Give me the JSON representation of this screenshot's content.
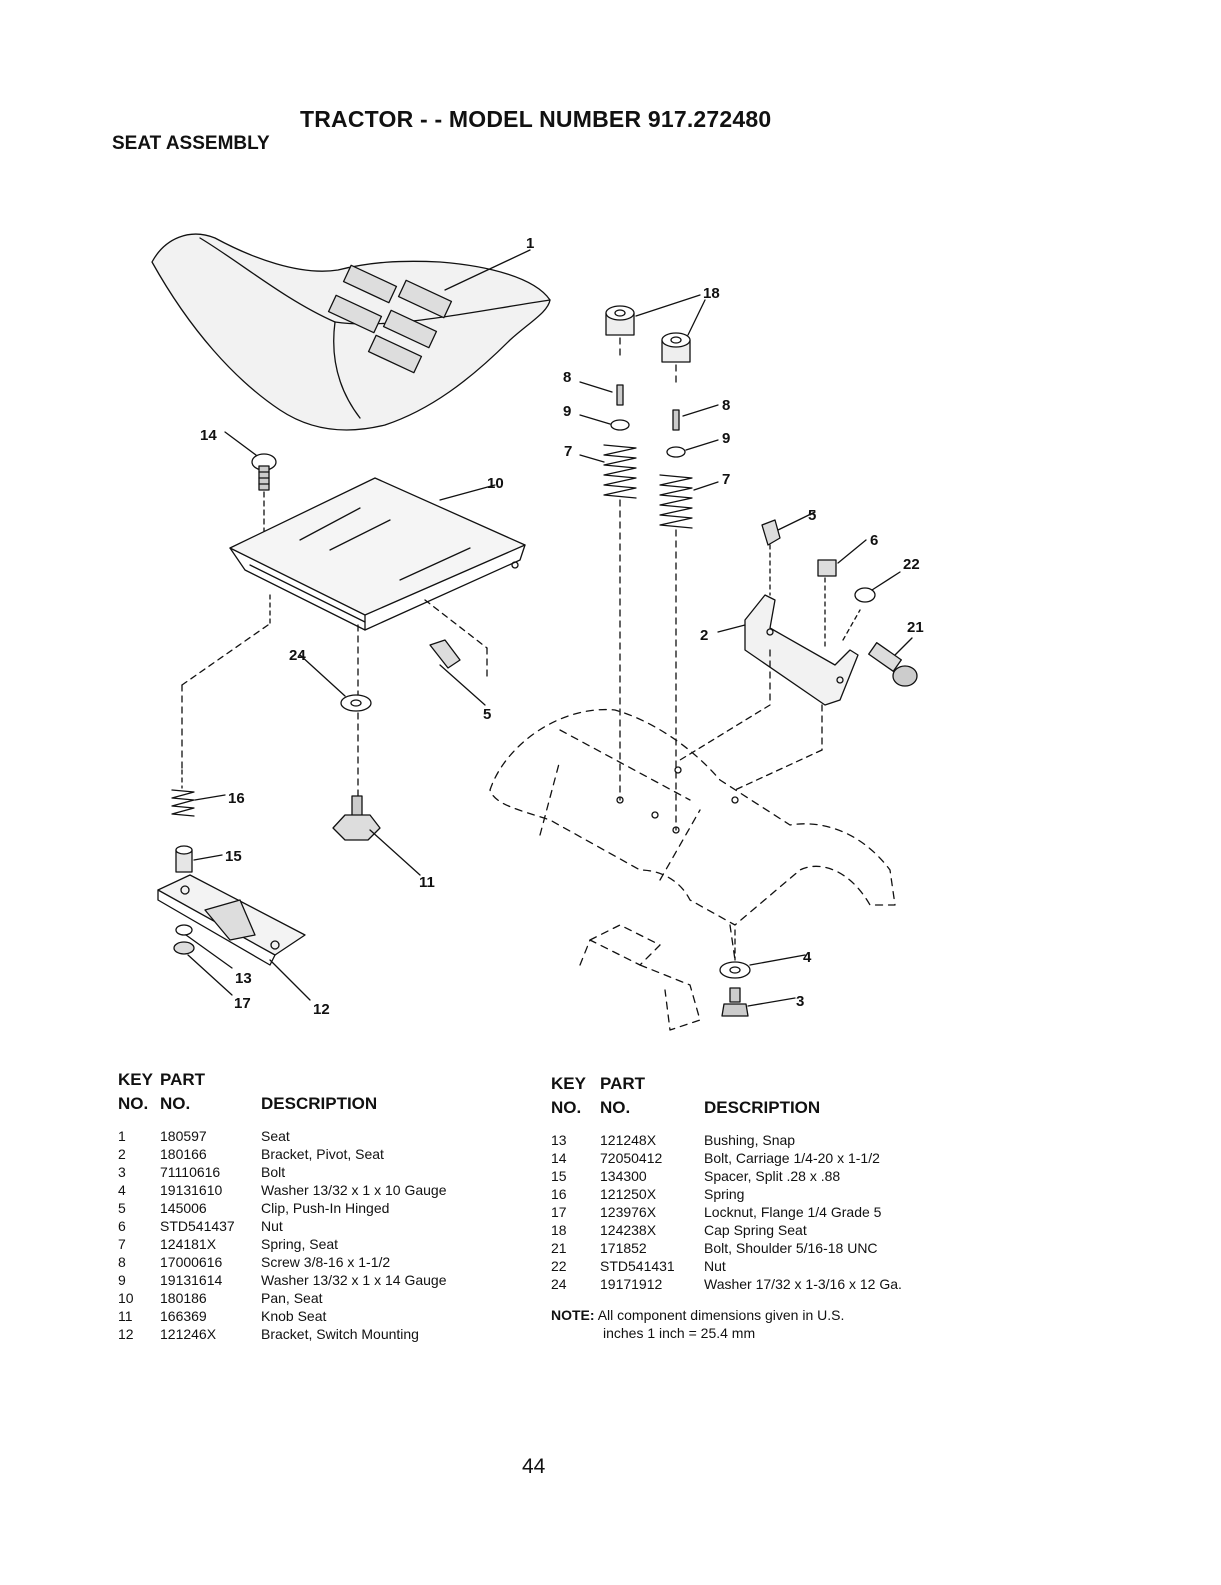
{
  "header": {
    "title": "TRACTOR - - MODEL NUMBER 917.272480",
    "section": "SEAT ASSEMBLY"
  },
  "diagram": {
    "callouts": [
      "1",
      "18",
      "8",
      "9",
      "7",
      "8",
      "9",
      "7",
      "5",
      "6",
      "22",
      "21",
      "2",
      "14",
      "10",
      "24",
      "5",
      "16",
      "15",
      "11",
      "13",
      "17",
      "12",
      "4",
      "3"
    ]
  },
  "table_headers": {
    "key": "KEY",
    "no1": "NO.",
    "part": "PART",
    "no2": "NO.",
    "description": "DESCRIPTION"
  },
  "parts_left": [
    {
      "key": "1",
      "part": "180597",
      "description": "Seat"
    },
    {
      "key": "2",
      "part": "180166",
      "description": "Bracket, Pivot, Seat"
    },
    {
      "key": "3",
      "part": "71110616",
      "description": "Bolt"
    },
    {
      "key": "4",
      "part": "19131610",
      "description": "Washer  13/32 x 1 x 10 Gauge"
    },
    {
      "key": "5",
      "part": "145006",
      "description": "Clip, Push-In  Hinged"
    },
    {
      "key": "6",
      "part": "STD541437",
      "description": "Nut"
    },
    {
      "key": "7",
      "part": "124181X",
      "description": "Spring, Seat"
    },
    {
      "key": "8",
      "part": "17000616",
      "description": "Screw  3/8-16 x 1-1/2"
    },
    {
      "key": "9",
      "part": "19131614",
      "description": "Washer  13/32 x 1 x 14 Gauge"
    },
    {
      "key": "10",
      "part": "180186",
      "description": "Pan, Seat"
    },
    {
      "key": "11",
      "part": "166369",
      "description": "Knob Seat"
    },
    {
      "key": "12",
      "part": "121246X",
      "description": "Bracket, Switch Mounting"
    }
  ],
  "parts_right": [
    {
      "key": "13",
      "part": "121248X",
      "description": "Bushing, Snap"
    },
    {
      "key": "14",
      "part": "72050412",
      "description": "Bolt, Carriage  1/4-20 x 1-1/2"
    },
    {
      "key": "15",
      "part": "134300",
      "description": "Spacer, Split  .28 x  .88"
    },
    {
      "key": "16",
      "part": "121250X",
      "description": "Spring"
    },
    {
      "key": "17",
      "part": "123976X",
      "description": "Locknut, Flange  1/4 Grade 5"
    },
    {
      "key": "18",
      "part": "124238X",
      "description": "Cap Spring Seat"
    },
    {
      "key": "21",
      "part": "171852",
      "description": "Bolt, Shoulder  5/16-18 UNC"
    },
    {
      "key": "22",
      "part": "STD541431",
      "description": "Nut"
    },
    {
      "key": "24",
      "part": "19171912",
      "description": "Washer  17/32 x 1-3/16 x 12 Ga."
    }
  ],
  "note": {
    "label": "NOTE:",
    "line1": "All component dimensions given in U.S.",
    "line2": "inches 1 inch = 25.4 mm"
  },
  "page_number": "44"
}
